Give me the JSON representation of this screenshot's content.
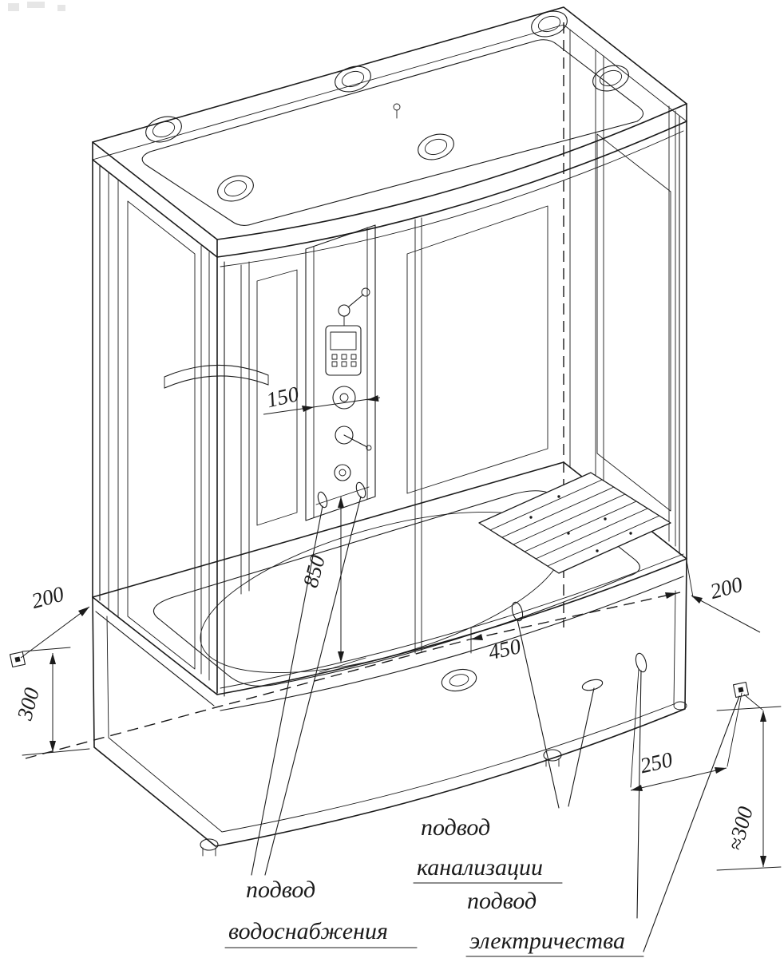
{
  "dims": {
    "d150": "150",
    "d850": "850",
    "d450": "450",
    "d200_left": "200",
    "d300_left": "300",
    "d200_right": "200",
    "d250": "250",
    "d300_right": "≈300"
  },
  "labels": {
    "water_line1": "подвод",
    "water_line2": "водоснабжения",
    "sewer_line1": "подвод",
    "sewer_line2": "канализации",
    "electric_line1": "подвод",
    "electric_line2": "электричества"
  },
  "colors": {
    "line": "#1b1b1b",
    "background": "#ffffff"
  }
}
